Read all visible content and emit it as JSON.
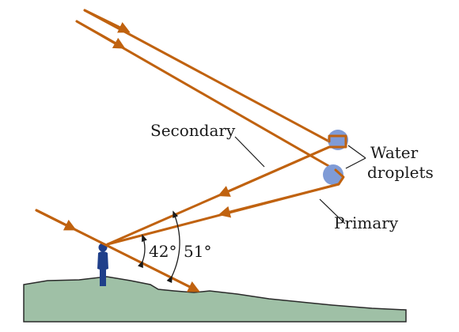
{
  "labels": {
    "secondary": "Secondary",
    "primary": "Primary",
    "water_line1": "Water",
    "water_line2": "droplets",
    "angle_primary": "42°",
    "angle_secondary": "51°"
  },
  "colors": {
    "ray": "#c0620f",
    "droplet": "#7f9bd6",
    "ground": "#9fc0a6",
    "person": "#1f3f8a"
  }
}
